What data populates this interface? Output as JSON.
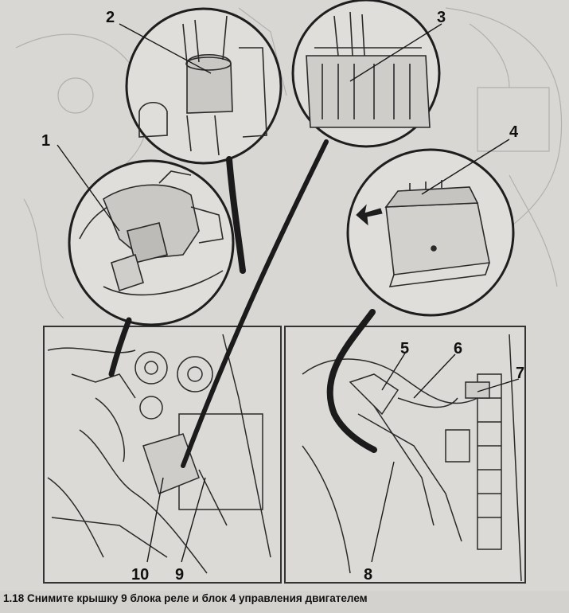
{
  "caption": "1.18 Снимите крышку 9 блока реле и блок 4 управления двигателем",
  "callouts": [
    "1",
    "2",
    "3",
    "4",
    "5",
    "6",
    "7",
    "8",
    "9",
    "10"
  ],
  "colors": {
    "paper": "#d9d7d4",
    "ink": "#1a1a1a",
    "line": "#2b2b2b",
    "faded": "#9a9896"
  }
}
